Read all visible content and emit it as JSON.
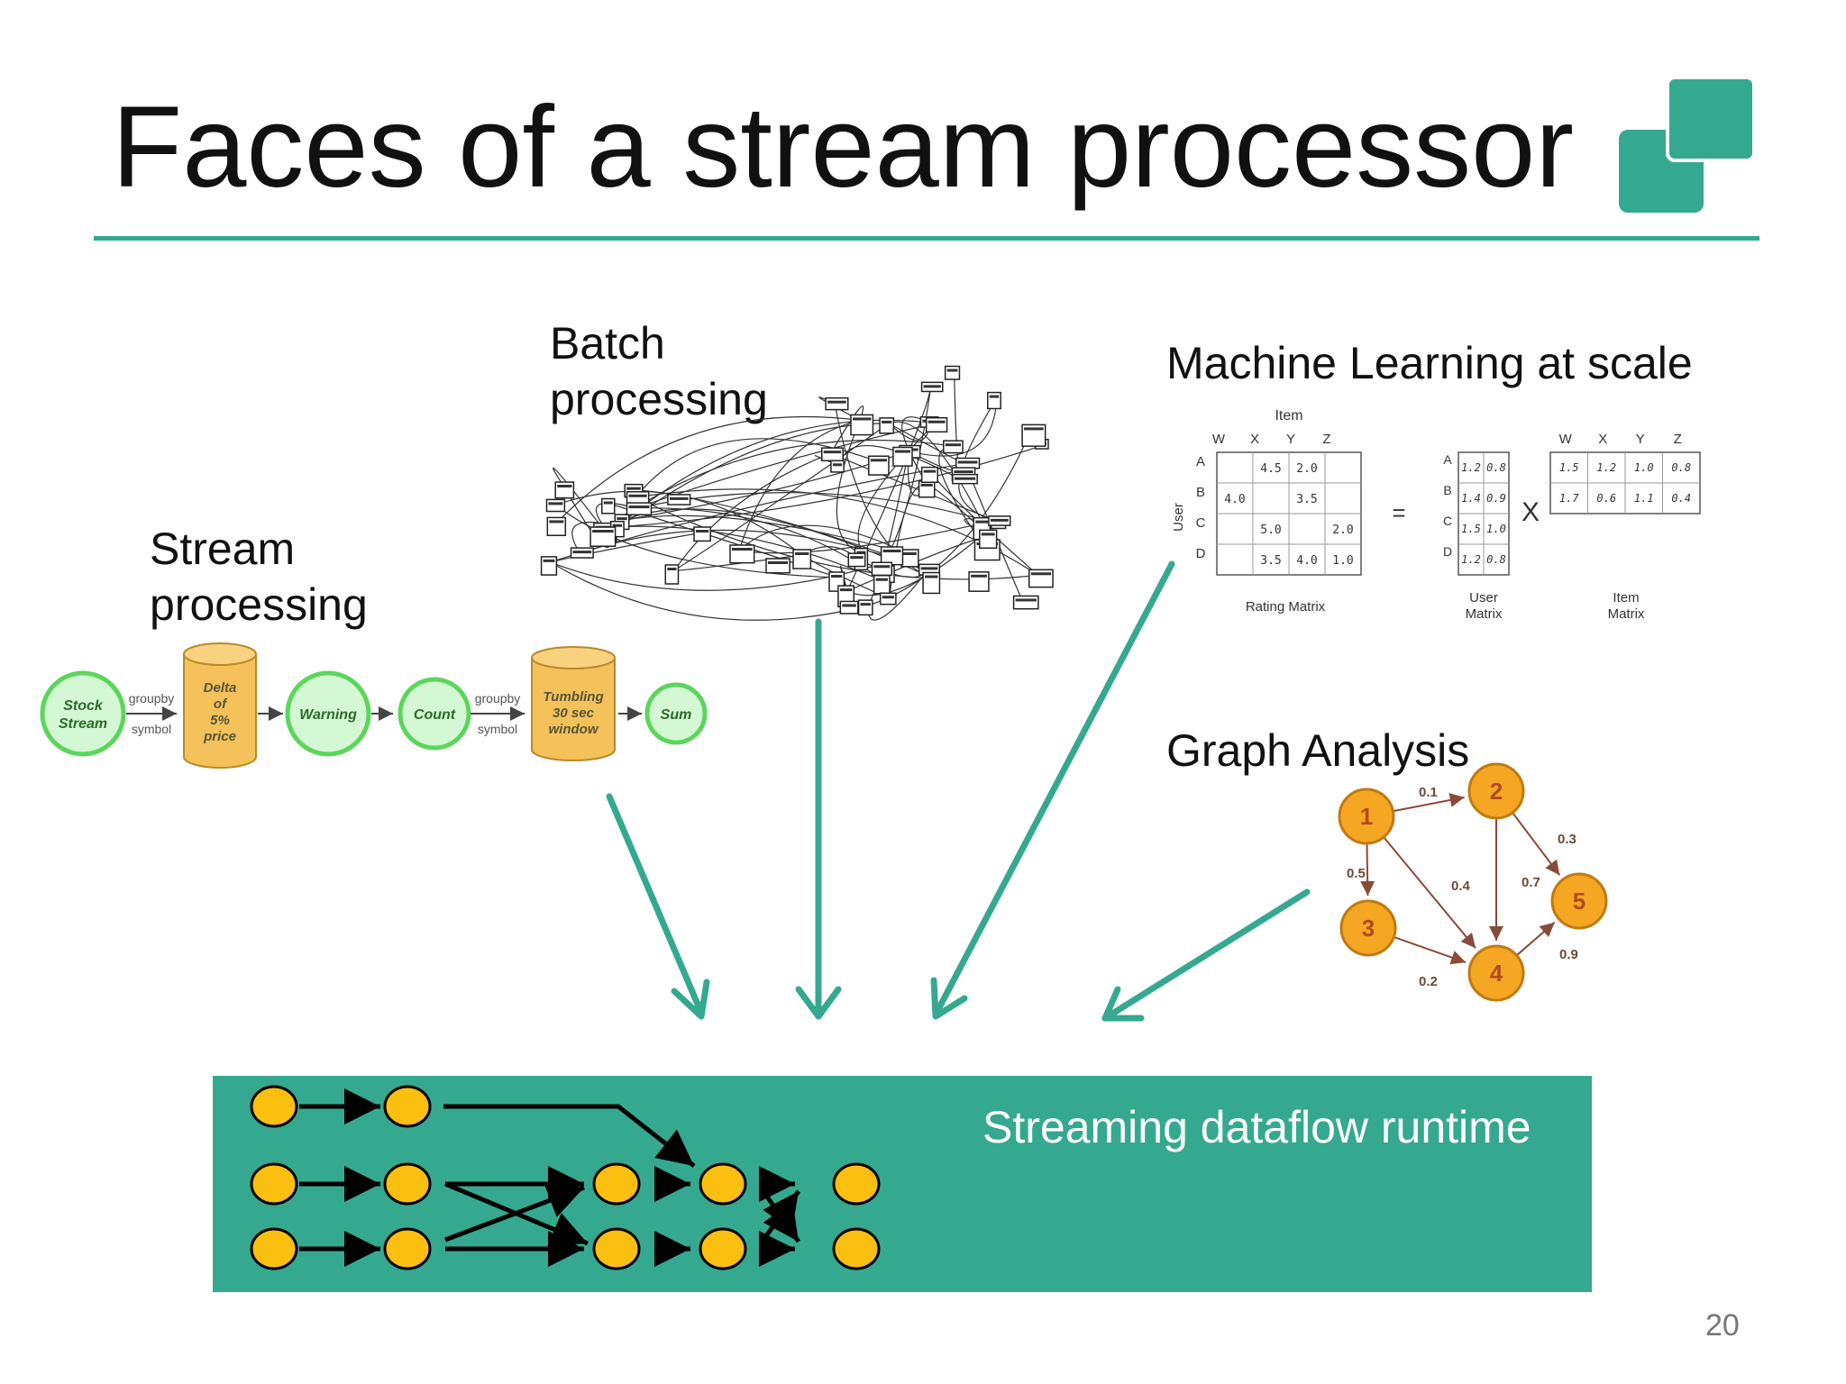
{
  "slide": {
    "title": "Faces of a stream processor",
    "page_number": "20",
    "accent_color": "#35a98f"
  },
  "stream": {
    "label_line1": "Stream",
    "label_line2": "processing",
    "nodes": {
      "stock_stream_1": "Stock",
      "stock_stream_2": "Stream",
      "delta_1": "Delta",
      "delta_2": "of",
      "delta_3": "5%",
      "delta_4": "price",
      "warning": "Warning",
      "count": "Count",
      "tumbling_1": "Tumbling",
      "tumbling_2": "30 sec",
      "tumbling_3": "window",
      "sum": "Sum"
    },
    "edge_labels": {
      "groupby_1": "groupby",
      "symbol_1": "symbol",
      "groupby_2": "groupby",
      "symbol_2": "symbol"
    },
    "node_color": "#d4f8d4",
    "node_stroke": "#5bd65b",
    "db_color": "#f5c15b"
  },
  "batch": {
    "label_line1": "Batch",
    "label_line2": "processing"
  },
  "ml": {
    "title": "Machine Learning at scale",
    "item_header": "Item",
    "user_header": "User",
    "cols": [
      "W",
      "X",
      "Y",
      "Z"
    ],
    "rows": [
      "A",
      "B",
      "C",
      "D"
    ],
    "rating": [
      [
        "",
        "4.5",
        "2.0",
        ""
      ],
      [
        "4.0",
        "",
        "3.5",
        ""
      ],
      [
        "",
        "5.0",
        "",
        "2.0"
      ],
      [
        "",
        "3.5",
        "4.0",
        "1.0"
      ]
    ],
    "rating_caption": "Rating Matrix",
    "equals": "=",
    "times": "X",
    "user_matrix": [
      [
        "1.2",
        "0.8"
      ],
      [
        "1.4",
        "0.9"
      ],
      [
        "1.5",
        "1.0"
      ],
      [
        "1.2",
        "0.8"
      ]
    ],
    "user_caption_1": "User",
    "user_caption_2": "Matrix",
    "item_matrix": [
      [
        "1.5",
        "1.2",
        "1.0",
        "0.8"
      ],
      [
        "1.7",
        "0.6",
        "1.1",
        "0.4"
      ]
    ],
    "item_caption_1": "Item",
    "item_caption_2": "Matrix"
  },
  "graph": {
    "title": "Graph Analysis",
    "nodes": [
      "1",
      "2",
      "3",
      "4",
      "5"
    ],
    "edges": [
      {
        "from": "1",
        "to": "2",
        "weight": "0.1"
      },
      {
        "from": "1",
        "to": "3",
        "weight": "0.5"
      },
      {
        "from": "1",
        "to": "4",
        "weight": "0.4"
      },
      {
        "from": "2",
        "to": "4",
        "weight": "0.7"
      },
      {
        "from": "2",
        "to": "5",
        "weight": "0.3"
      },
      {
        "from": "3",
        "to": "4",
        "weight": "0.2"
      },
      {
        "from": "4",
        "to": "5",
        "weight": "0.9"
      }
    ],
    "node_color": "#f5a623"
  },
  "runtime": {
    "label": "Streaming dataflow runtime",
    "node_color": "#fbbf0f"
  }
}
